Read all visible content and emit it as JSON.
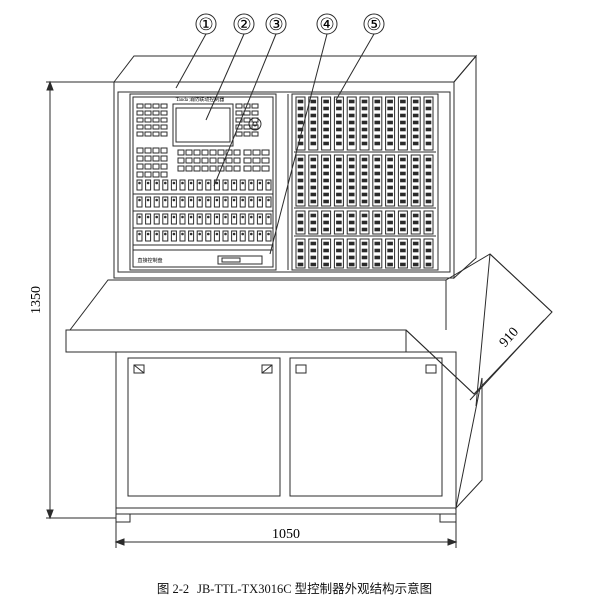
{
  "callouts": [
    "①",
    "②",
    "③",
    "④",
    "⑤"
  ],
  "dimensions": {
    "height": "1350",
    "width": "1050",
    "depth": "910"
  },
  "panel": {
    "brand_text": "Tanda 消防联动控制器",
    "bottom_label": "直接控制盘"
  },
  "caption": {
    "number": "图 2-2",
    "text": "JB-TTL-TX3016C 型控制器外观结构示意图"
  },
  "colors": {
    "line": "#2b2b2b",
    "paper": "#ffffff"
  }
}
